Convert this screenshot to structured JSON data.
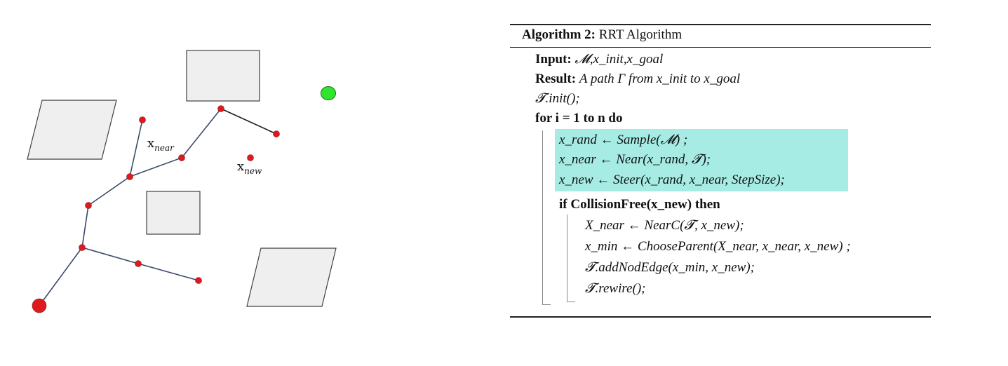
{
  "diagram": {
    "labels": {
      "x_near": {
        "base": "x",
        "sub": "near"
      },
      "x_new": {
        "base": "x",
        "sub": "new"
      }
    },
    "colors": {
      "node": "#e0191e",
      "goal": "#2ee62e",
      "obstacle_fill": "#efefef",
      "edge": "#3c4a6b"
    }
  },
  "algorithm": {
    "title_label": "Algorithm 2:",
    "title_name": "RRT Algorithm",
    "input_label": "Input:",
    "input_value": "𝓜,x_init,x_goal",
    "result_label": "Result:",
    "result_text": "A path Γ from x_init to x_goal",
    "init_line": "𝓣.init();",
    "for_line": "for i = 1 to n do",
    "highlighted_lines": [
      "x_rand ← Sample(𝓜) ;",
      "x_near ← Near(x_rand, 𝓣);",
      "x_new ← Steer(x_rand, x_near, StepSize);"
    ],
    "if_line": "if CollisionFree(x_new) then",
    "inner_lines": [
      "X_near ← NearC(𝓣, x_new);",
      "x_min ← ChooseParent(X_near, x_near, x_new) ;",
      "𝓣.addNodEdge(x_min, x_new);",
      "𝓣.rewire();"
    ],
    "highlight_color": "#a6ece4"
  }
}
